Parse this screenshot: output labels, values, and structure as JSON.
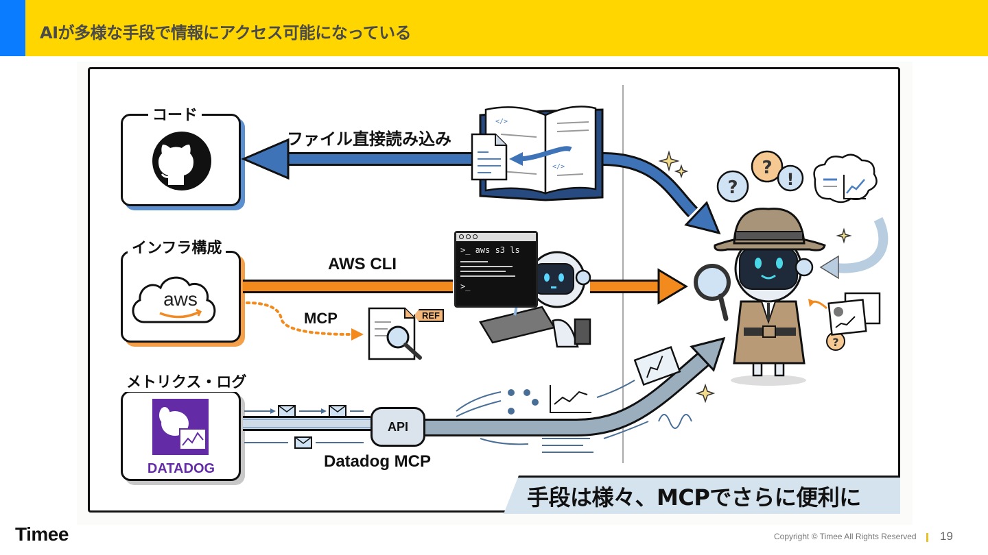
{
  "header": {
    "title": "AIが多様な手段で情報にアクセス可能になっている"
  },
  "diagram": {
    "sources": [
      {
        "label": "コード",
        "icon": "github-icon",
        "accent": "#4A7FC1"
      },
      {
        "label": "インフラ構成",
        "icon": "aws-icon",
        "logo_text": "aws",
        "accent": "#F08A24"
      },
      {
        "label": "メトリクス・ログ",
        "icon": "datadog-icon",
        "logo_text": "DATADOG",
        "accent": "#632CA6"
      }
    ],
    "routes": {
      "file_read": "ファイル直接読み込み",
      "aws_cli": "AWS CLI",
      "mcp": "MCP",
      "datadog_mcp": "Datadog MCP",
      "api": "API"
    },
    "terminal": {
      "command": ">_ aws s3 ls",
      "prompt": ">_"
    },
    "ref_tag": "REF",
    "caption": "手段は様々、MCPでさらに便利に",
    "colors": {
      "blue_route": "#3F73B8",
      "orange_route": "#F28A1E",
      "grey_route": "#8FA3B5",
      "caption_bg": "#D4E3EE"
    }
  },
  "footer": {
    "logo": "Timee",
    "copyright": "Copyright © Timee All Rights Reserved",
    "page_number": "19"
  }
}
